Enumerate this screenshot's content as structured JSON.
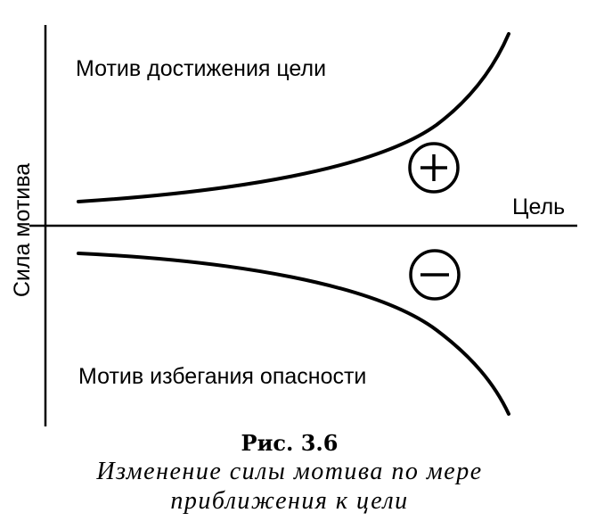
{
  "diagram": {
    "y_axis_label": "Сила мотива",
    "x_axis_label": "Цель",
    "approach_label": "Мотив достижения цели",
    "avoidance_label": "Мотив избегания опасности",
    "approach_sign": "+",
    "avoidance_sign": "−"
  },
  "caption": {
    "number": "Рис. 3.6",
    "line1": "Изменение силы мотива по мере",
    "line2": "приближения к цели"
  }
}
